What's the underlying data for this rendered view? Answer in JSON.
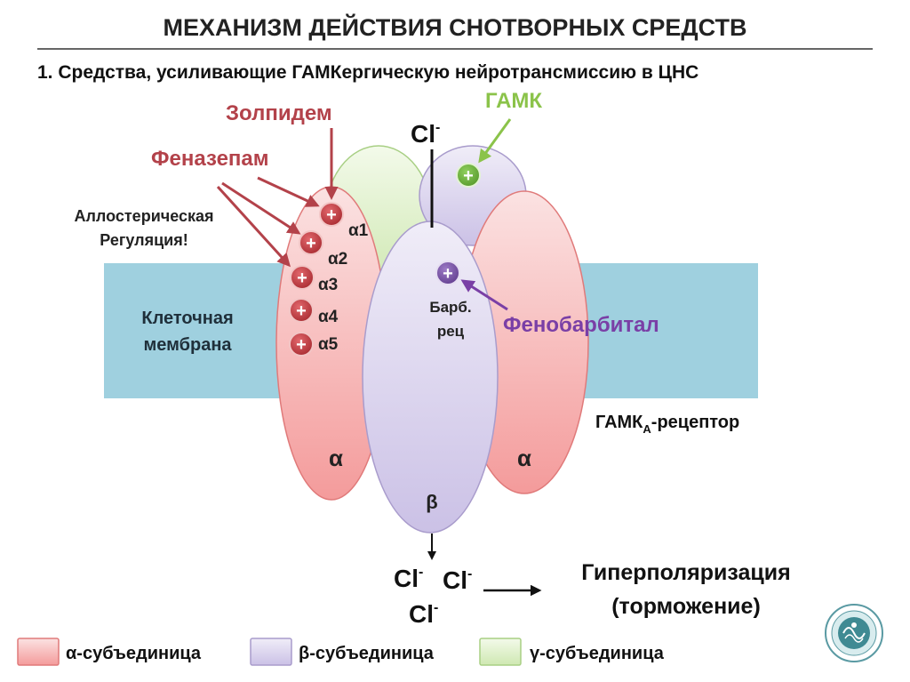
{
  "title": "МЕХАНИЗМ ДЕЙСТВИЯ СНОТВОРНЫХ СРЕДСТВ",
  "subtitle": "1. Средства, усиливающие ГАМКергическую нейротрансмиссию в ЦНС",
  "ligands": {
    "zolpidem": "Золпидем",
    "phenazepam": "Феназепам",
    "gaba": "ГАМК",
    "phenobarbital": "Фенобарбитал"
  },
  "allosteric": {
    "line1": "Аллостерическая",
    "line2": "Регуляция!"
  },
  "membrane": {
    "line1": "Клеточная",
    "line2": "мембрана"
  },
  "binding_sites": [
    {
      "symbol": "+",
      "label": "α1"
    },
    {
      "symbol": "+",
      "label": "α2"
    },
    {
      "symbol": "+",
      "label": "α3"
    },
    {
      "symbol": "+",
      "label": "α4"
    },
    {
      "symbol": "+",
      "label": "α5"
    }
  ],
  "barb_site": {
    "symbol": "+",
    "line1": "Барб.",
    "line2": "рец"
  },
  "gaba_site": {
    "symbol": "+"
  },
  "subunits": {
    "alpha_left": "α",
    "alpha_right": "α",
    "beta": "β"
  },
  "receptor": {
    "prefix": "ГАМК",
    "sub": "А",
    "suffix": "-рецептор"
  },
  "ions": {
    "cl": "Cl",
    "charge": "-"
  },
  "result": {
    "line1": "Гиперполяризация",
    "line2": "(торможение)"
  },
  "legend": [
    {
      "label": "α-субъединица",
      "fill": "#f4a7a7",
      "stroke": "#e07a7a"
    },
    {
      "label": "β-субъединица",
      "fill": "#d9d2ee",
      "stroke": "#a99ccc"
    },
    {
      "label": "γ-субъединица",
      "fill": "#dcefc6",
      "stroke": "#a8cf84"
    }
  ],
  "colors": {
    "drug_red": "#b3424a",
    "gaba_green": "#8bc34a",
    "barb_purple": "#7a3fa6",
    "membrane": "#9fd0df",
    "site_red": "#c0393f",
    "site_green": "#6cae3b",
    "site_purple": "#7d55a8"
  },
  "logo": {
    "icon": "university-seal-icon"
  }
}
